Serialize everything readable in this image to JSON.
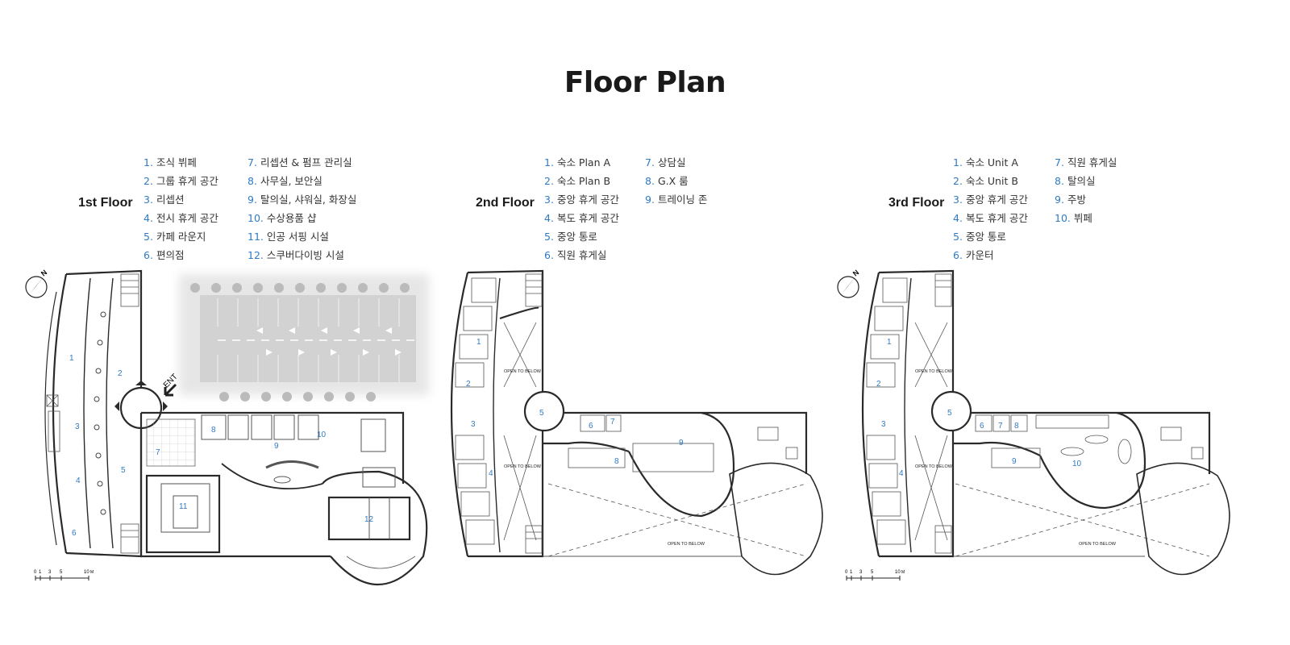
{
  "title": "Floor Plan",
  "floors": [
    {
      "label": "1st Floor",
      "legend_col1": [
        {
          "num": "1.",
          "text": "조식 뷔페"
        },
        {
          "num": "2.",
          "text": "그룹 휴게 공간"
        },
        {
          "num": "3.",
          "text": "리셉션"
        },
        {
          "num": "4.",
          "text": "전시 휴게 공간"
        },
        {
          "num": "5.",
          "text": "카페 라운지"
        },
        {
          "num": "6.",
          "text": "편의점"
        }
      ],
      "legend_col2": [
        {
          "num": "7.",
          "text": "리셉션 & 펌프 관리실"
        },
        {
          "num": "8.",
          "text": "사무실, 보안실"
        },
        {
          "num": "9.",
          "text": "탈의실, 샤워실, 화장실"
        },
        {
          "num": "10.",
          "text": "수상용품 샵"
        },
        {
          "num": "11.",
          "text": "인공 서핑 시설"
        },
        {
          "num": "12.",
          "text": "스쿠버다이빙 시설"
        }
      ],
      "plan_labels": [
        "1",
        "2",
        "3",
        "4",
        "5",
        "6",
        "7",
        "8",
        "9",
        "10",
        "11",
        "12"
      ],
      "entrance_label": "ENT"
    },
    {
      "label": "2nd Floor",
      "legend_col1": [
        {
          "num": "1.",
          "text": "숙소 Plan A"
        },
        {
          "num": "2.",
          "text": "숙소 Plan B"
        },
        {
          "num": "3.",
          "text": "중앙 휴게 공간"
        },
        {
          "num": "4.",
          "text": "복도 휴게 공간"
        },
        {
          "num": "5.",
          "text": "중앙 통로"
        },
        {
          "num": "6.",
          "text": "직원 휴게실"
        }
      ],
      "legend_col2": [
        {
          "num": "7.",
          "text": "상담실"
        },
        {
          "num": "8.",
          "text": "G.X 룸"
        },
        {
          "num": "9.",
          "text": "트레이닝 존"
        }
      ],
      "plan_labels": [
        "1",
        "2",
        "3",
        "4",
        "5",
        "6",
        "7",
        "8",
        "9"
      ],
      "void_label": "OPEN TO BELOW"
    },
    {
      "label": "3rd Floor",
      "legend_col1": [
        {
          "num": "1.",
          "text": "숙소 Unit A"
        },
        {
          "num": "2.",
          "text": "숙소 Unit B"
        },
        {
          "num": "3.",
          "text": "중앙 휴게 공간"
        },
        {
          "num": "4.",
          "text": "복도 휴게 공간"
        },
        {
          "num": "5.",
          "text": "중앙 통로"
        },
        {
          "num": "6.",
          "text": "카운터"
        }
      ],
      "legend_col2": [
        {
          "num": "7.",
          "text": "직원 휴게실"
        },
        {
          "num": "8.",
          "text": "탈의실"
        },
        {
          "num": "9.",
          "text": "주방"
        },
        {
          "num": "10.",
          "text": "뷔페"
        }
      ],
      "plan_labels": [
        "1",
        "2",
        "3",
        "4",
        "5",
        "6",
        "7",
        "8",
        "9",
        "10"
      ],
      "void_label": "OPEN TO BELOW"
    }
  ],
  "scale_bar": {
    "ticks": [
      "0",
      "1",
      "3",
      "5",
      "10"
    ],
    "unit": "M"
  },
  "north_label": "N",
  "colors": {
    "wall": "#2a2a2a",
    "label_blue": "#2f7bc4",
    "parking": "#cfcfcf",
    "thin_line": "#999999"
  }
}
